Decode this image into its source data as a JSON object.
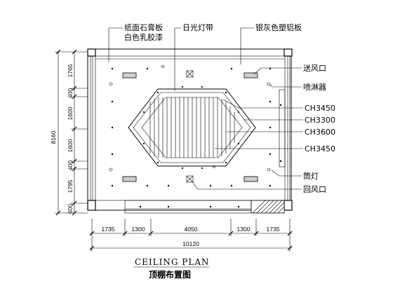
{
  "labels": {
    "gypsum_board": "纸面石膏板",
    "white_latex_paint": "白色乳胶漆",
    "fluorescent_strip": "日光灯带",
    "silver_grey_aluminum": "银灰色塑铝板",
    "supply_vent": "送风口",
    "sprinkler": "喷淋器",
    "ch3450_top": "CH3450",
    "ch3300": "CH3300",
    "ch3600": "CH3600",
    "ch3450_bottom": "CH3450",
    "downlight": "筒灯",
    "return_vent": "回风口"
  },
  "dimensions": {
    "vertical": [
      "1765",
      "400",
      "1600",
      "1600",
      "400",
      "1795",
      "600"
    ],
    "vertical_total": "8160",
    "horizontal": [
      "1735",
      "1300",
      "4050",
      "1300",
      "1735"
    ],
    "horizontal_total": "10120"
  },
  "title": {
    "english": "CEILING PLAN",
    "chinese": "顶棚布置图"
  }
}
